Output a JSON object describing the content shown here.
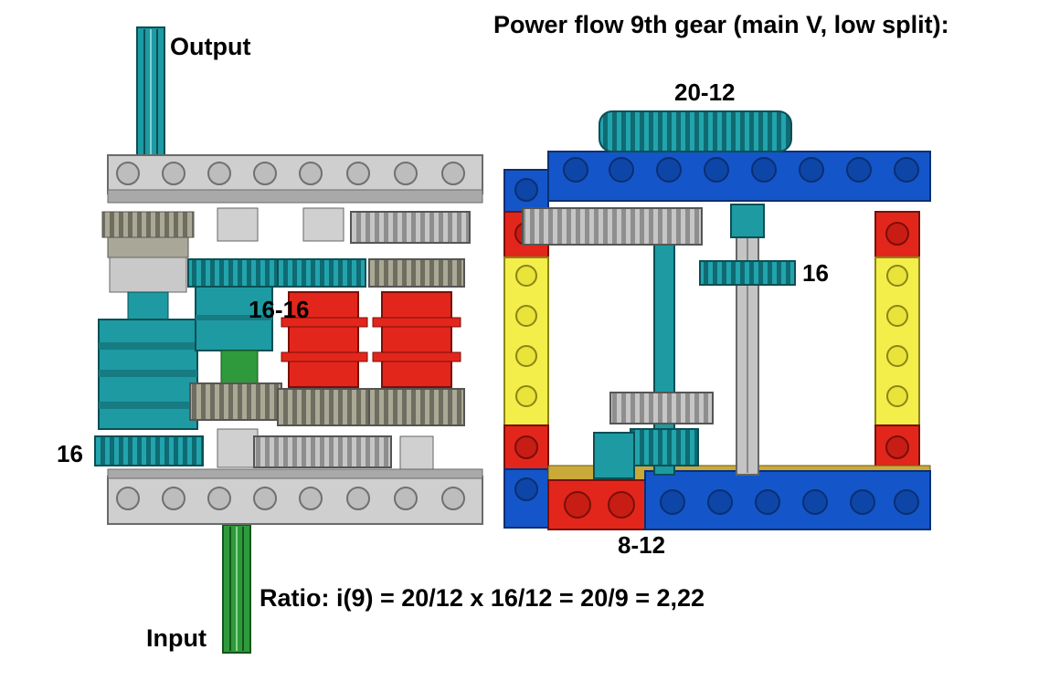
{
  "title": "Power flow 9th gear (main V, low split):",
  "labels": {
    "output": "Output",
    "input": "Input",
    "gear_20_12": "20-12",
    "gear_16_16": "16-16",
    "gear_16_left": "16",
    "gear_16_right": "16",
    "gear_8_12": "8-12"
  },
  "ratio": "Ratio: i(9) = 20/12 x 16/12 = 20/9 = 2,22",
  "colors": {
    "teal": "#1e9aa3",
    "gray": "#c8c8c8",
    "dark_gray": "#9a9a8c",
    "red": "#e3261b",
    "blue": "#1456c9",
    "yellow": "#f3ee4a",
    "green": "#2f9a3c"
  }
}
